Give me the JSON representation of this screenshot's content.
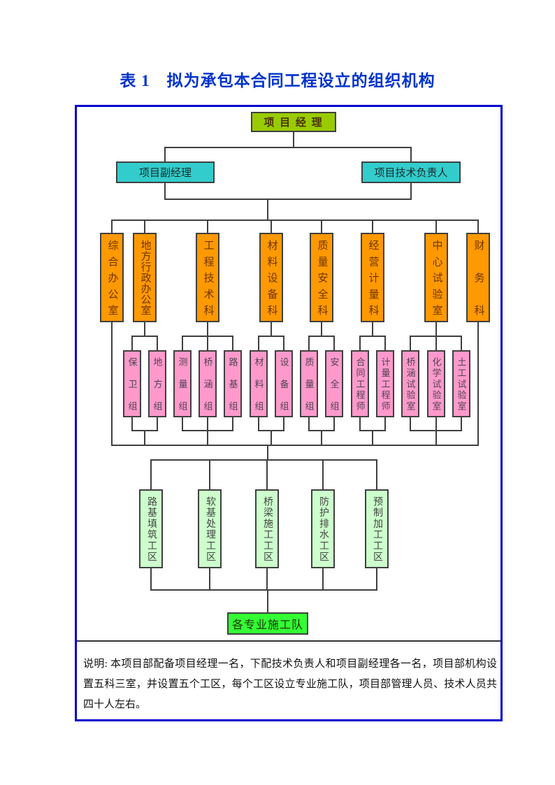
{
  "title": "表 1　拟为承包本合同工程设立的组织机构",
  "org": {
    "root_label": "项 目 经 理",
    "deputy_left": "项目副经理",
    "deputy_right": "项目技术负责人",
    "departments": [
      "综合办公室",
      "地方行政办公室",
      "工程技术科",
      "材料设备科",
      "质量安全科",
      "经营计量科",
      "中心试验室",
      "财务科"
    ],
    "groups": [
      "保卫组",
      "地方组",
      "测量组",
      "桥涵组",
      "路基组",
      "材料组",
      "设备组",
      "质量组",
      "安全组",
      "合同工程师",
      "计量工程师",
      "桥涵试验室",
      "化学试验室",
      "土工试验室"
    ],
    "work_zones": [
      "路基填筑工区",
      "软基处理工区",
      "桥梁施工工区",
      "防护排水工区",
      "预制加工工区"
    ],
    "crews_label": "各专业施工队"
  },
  "note": {
    "prefix": "说明:",
    "text": "本项目部配备项目经理一名，下配技术负责人和项目副经理各一名，项目部机构设置五科三室，并设置五个工区，每个工区设立专业施工队，项目部管理人员、技术人员共四十人左右。"
  },
  "palette": {
    "frame_border": "#0000cc",
    "title_text": "#0033cc",
    "root_fill": "#99cc00",
    "deputy_fill": "#33cccc",
    "department_fill": "#ff9900",
    "group_fill": "#ff99cc",
    "work_zone_fill": "#ccffcc",
    "crews_fill": "#33ff33"
  }
}
